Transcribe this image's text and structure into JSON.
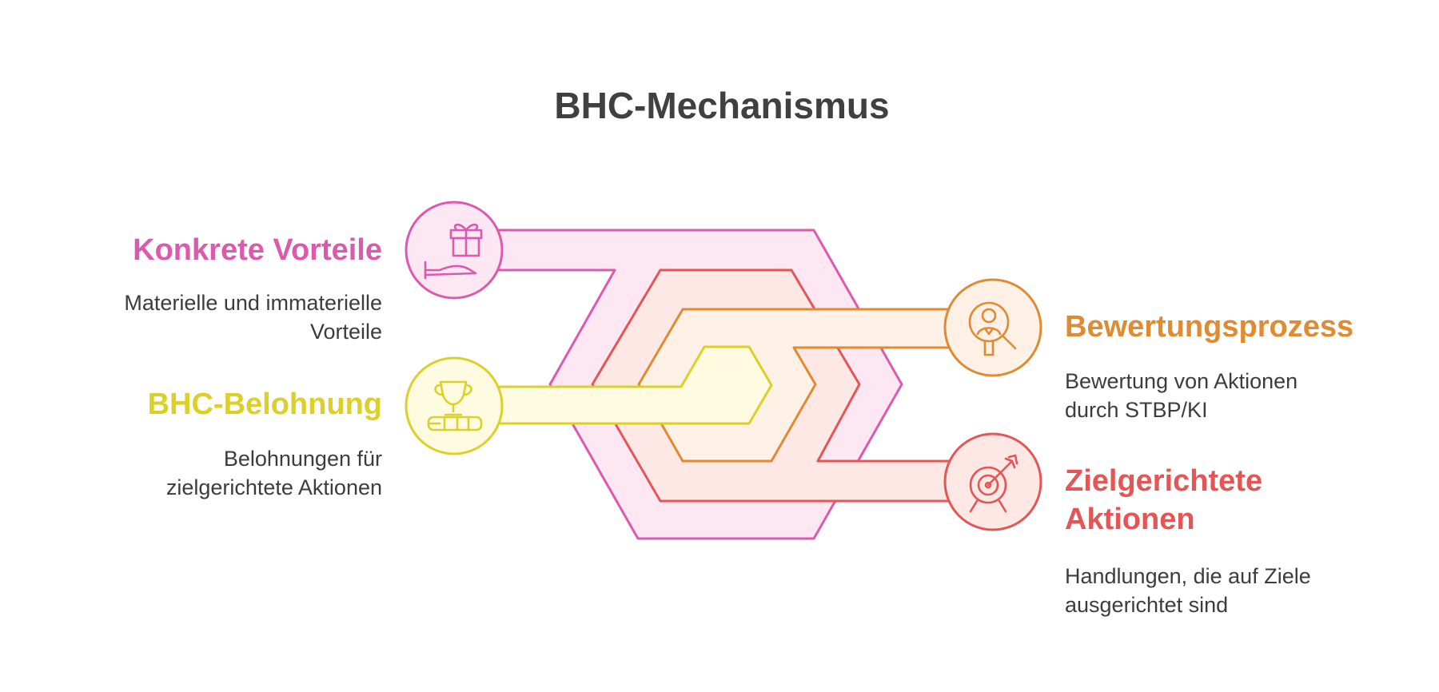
{
  "title": "BHC-Mechanismus",
  "colors": {
    "pink": "#dc5aae",
    "pink_fill": "#fce7f3",
    "red": "#e45555",
    "red_fill": "#fde8e5",
    "orange": "#e08a32",
    "orange_fill": "#fdf0e4",
    "yellow": "#dcd028",
    "yellow_fill": "#fefbe0",
    "text": "#3c3c3c",
    "title": "#404040"
  },
  "items": {
    "konkrete_vorteile": {
      "heading": "Konkrete Vorteile",
      "desc_line1": "Materielle und immaterielle",
      "desc_line2": "Vorteile",
      "icon": "gift-hand-icon"
    },
    "bhc_belohnung": {
      "heading": "BHC-Belohnung",
      "desc_line1": "Belohnungen für",
      "desc_line2": "zielgerichtete Aktionen",
      "icon": "trophy-icon"
    },
    "bewertungsprozess": {
      "heading": "Bewertungsprozess",
      "desc_line1": "Bewertung von Aktionen",
      "desc_line2": "durch STBP/KI",
      "icon": "person-magnifier-icon"
    },
    "zielgerichtete_aktionen": {
      "heading_line1": "Zielgerichtete",
      "heading_line2": "Aktionen",
      "desc_line1": "Handlungen, die auf Ziele",
      "desc_line2": "ausgerichtet sind",
      "icon": "target-arrow-icon"
    }
  }
}
